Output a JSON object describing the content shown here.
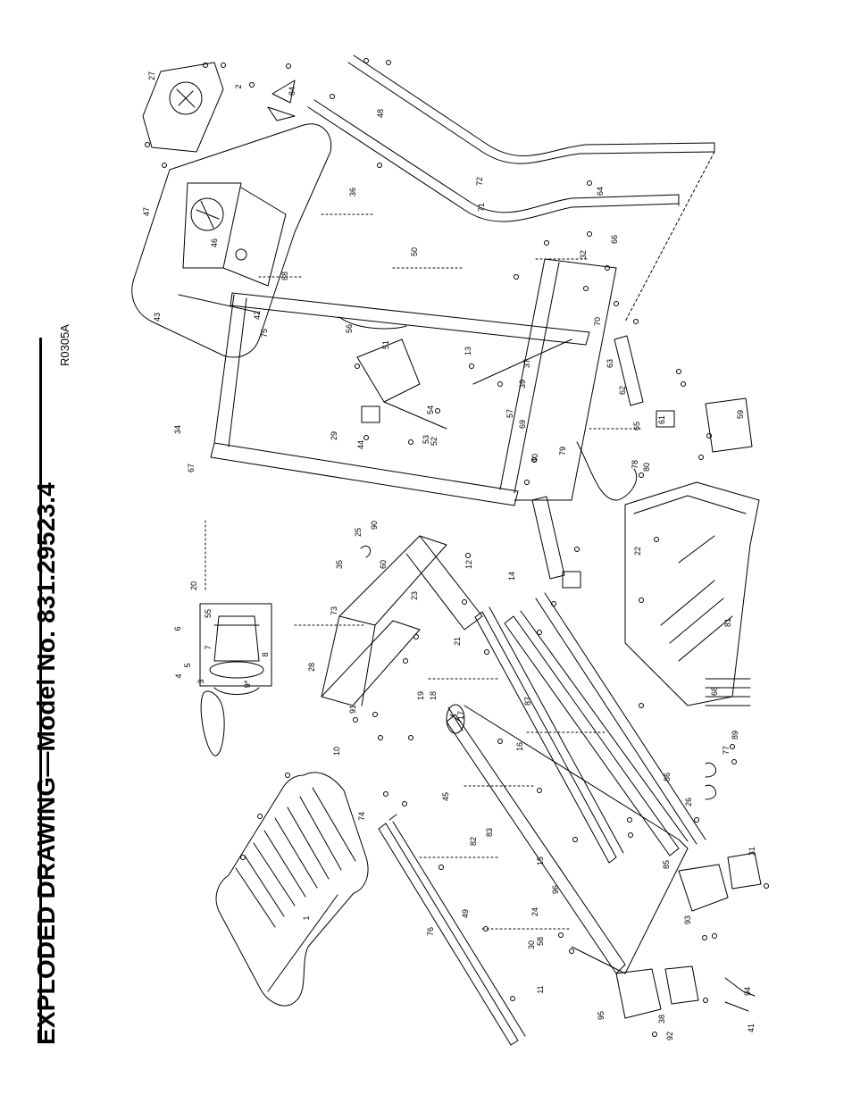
{
  "page": {
    "title": "EXPLODED DRAWING—Model No. 831.29523.4",
    "drawing_code": "R0305A"
  },
  "callouts": [
    "1",
    "2",
    "3",
    "4",
    "5",
    "6",
    "7",
    "8",
    "9*",
    "10",
    "11",
    "12",
    "13",
    "14",
    "15",
    "16",
    "17",
    "18",
    "19",
    "20",
    "21",
    "22",
    "23",
    "24",
    "25",
    "26",
    "27",
    "28",
    "29",
    "30",
    "31",
    "32",
    "34",
    "35",
    "36",
    "37",
    "38",
    "39",
    "40",
    "41",
    "42",
    "43",
    "44",
    "45",
    "46",
    "47",
    "48",
    "49",
    "50",
    "51",
    "52",
    "53",
    "54",
    "55",
    "56",
    "57",
    "58",
    "59",
    "60",
    "61",
    "62",
    "63",
    "64",
    "65",
    "66",
    "67",
    "68",
    "69",
    "70",
    "71",
    "72",
    "73",
    "74",
    "75",
    "76",
    "77",
    "78",
    "79",
    "80",
    "81",
    "82",
    "83",
    "84",
    "85",
    "86",
    "87",
    "88",
    "89",
    "90",
    "91",
    "92",
    "93",
    "94",
    "95",
    "96"
  ]
}
